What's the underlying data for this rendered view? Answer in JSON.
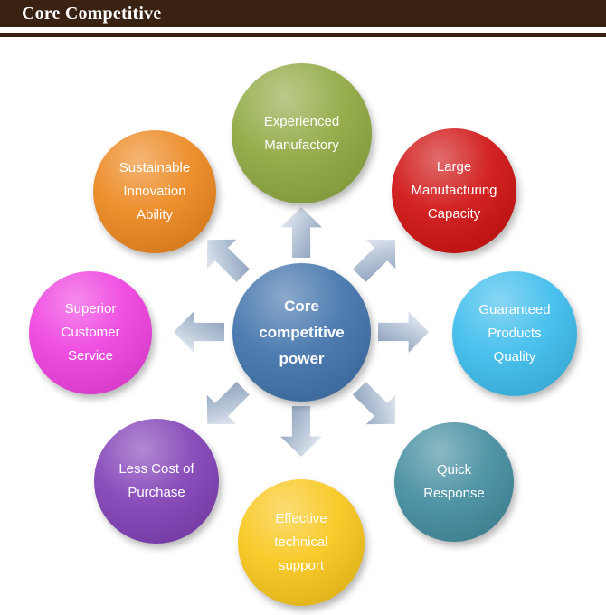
{
  "header": {
    "title": "Core Competitive",
    "bar_color": "#3A2213"
  },
  "center": {
    "lines": [
      "Core",
      "competitive",
      "power"
    ],
    "color": "#3C6FA9"
  },
  "nodes": [
    {
      "name": "experienced-manufactory",
      "lines": [
        "Experienced",
        "Manufactory"
      ],
      "color": "#8CA63C"
    },
    {
      "name": "sustainable-innovation-ability",
      "lines": [
        "Sustainable",
        "Innovation",
        "Ability"
      ],
      "color": "#EC8419"
    },
    {
      "name": "large-manufacturing-capacity",
      "lines": [
        "Large",
        "Manufacturing",
        "Capacity"
      ],
      "color": "#CE0B0B"
    },
    {
      "name": "superior-customer-service",
      "lines": [
        "Superior",
        "Customer",
        "Service"
      ],
      "color": "#EE3BDE"
    },
    {
      "name": "guaranteed-products-quality",
      "lines": [
        "Guaranteed",
        "Products",
        "Quality"
      ],
      "color": "#38BBEC"
    },
    {
      "name": "less-cost-of-purchase",
      "lines": [
        "Less Cost of",
        "Purchase"
      ],
      "color": "#7E3BB4"
    },
    {
      "name": "quick-response",
      "lines": [
        "Quick",
        "Response"
      ],
      "color": "#3F8A9D"
    },
    {
      "name": "effective-technical-support",
      "lines": [
        "Effective",
        "technical",
        "support"
      ],
      "color": "#F8C515"
    }
  ]
}
